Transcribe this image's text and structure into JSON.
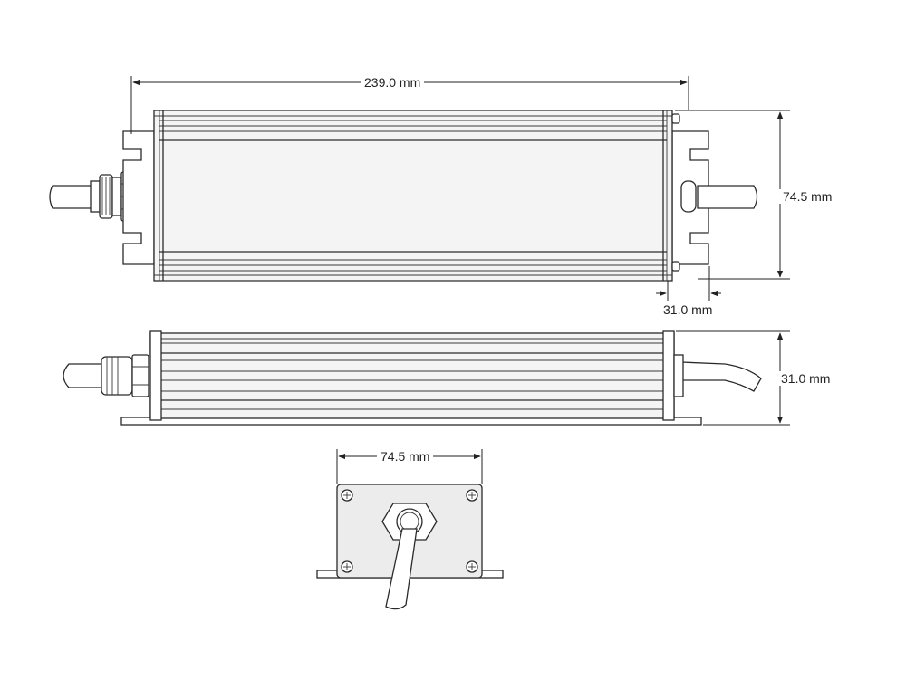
{
  "dimensions": {
    "top_length": "239.0 mm",
    "top_width": "74.5 mm",
    "top_mount": "31.0 mm",
    "side_height": "31.0 mm",
    "end_width": "74.5 mm"
  },
  "colors": {
    "line": "#2a2a2a",
    "body_fill": "#f4f4f4",
    "background": "#ffffff"
  }
}
